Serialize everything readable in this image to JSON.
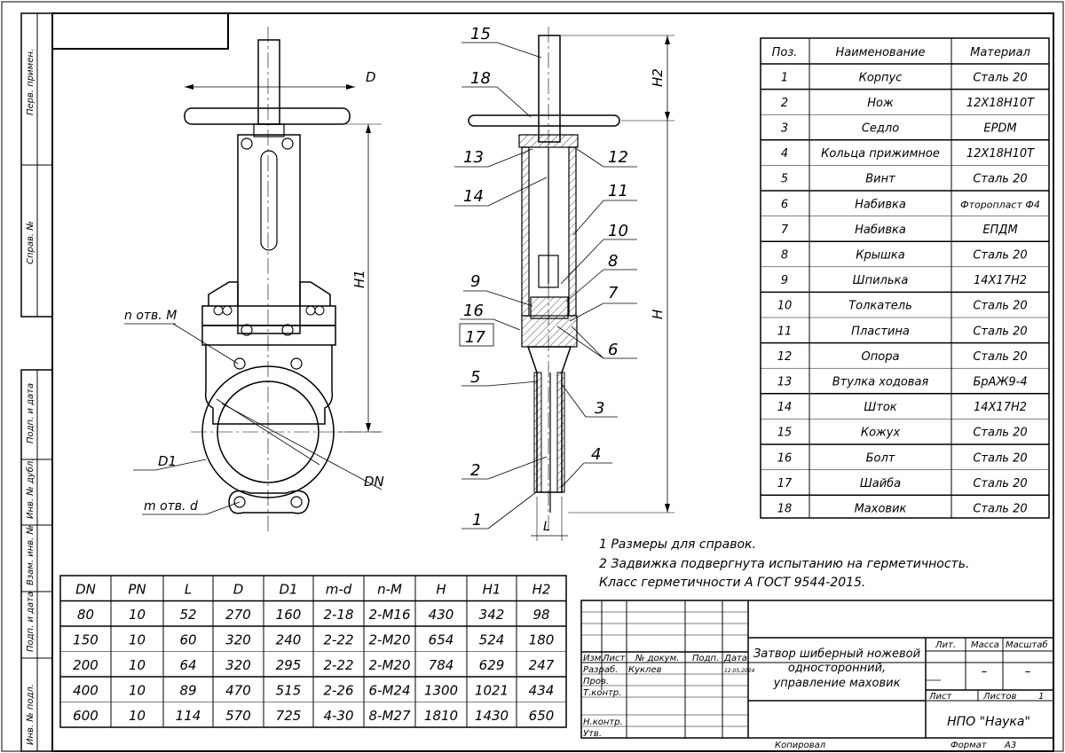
{
  "side_labels": [
    "Перв. примен.",
    "Справ. №",
    "Подп. и дата",
    "Инв. № дубл.",
    "Взам. инв. №",
    "Подп. и дата",
    "Инв. № подл."
  ],
  "front_view": {
    "dim_D": "D",
    "dim_H1": "H1",
    "dim_D1": "D1",
    "dim_DN": "DN",
    "holes_top": "n отв. M",
    "holes_bottom": "m отв. d"
  },
  "section_view": {
    "dim_H2": "H2",
    "dim_H": "H",
    "dim_L": "L",
    "callouts": [
      "15",
      "18",
      "13",
      "12",
      "14",
      "11",
      "10",
      "8",
      "9",
      "7",
      "16",
      "17",
      "6",
      "5",
      "3",
      "2",
      "4",
      "1"
    ]
  },
  "parts_table": {
    "headers": [
      "Поз.",
      "Наименование",
      "Материал"
    ],
    "rows": [
      [
        "1",
        "Корпус",
        "Сталь 20"
      ],
      [
        "2",
        "Нож",
        "12Х18Н10Т"
      ],
      [
        "3",
        "Седло",
        "EPDM"
      ],
      [
        "4",
        "Кольца прижимное",
        "12Х18Н10Т"
      ],
      [
        "5",
        "Винт",
        "Сталь 20"
      ],
      [
        "6",
        "Набивка",
        "Фторопласт Ф4"
      ],
      [
        "7",
        "Набивка",
        "ЕПДМ"
      ],
      [
        "8",
        "Крышка",
        "Сталь 20"
      ],
      [
        "9",
        "Шпилька",
        "14Х17Н2"
      ],
      [
        "10",
        "Толкатель",
        "Сталь 20"
      ],
      [
        "11",
        "Пластина",
        "Сталь 20"
      ],
      [
        "12",
        "Опора",
        "Сталь 20"
      ],
      [
        "13",
        "Втулка ходовая",
        "БрАЖ9-4"
      ],
      [
        "14",
        "Шток",
        "14Х17Н2"
      ],
      [
        "15",
        "Кожух",
        "Сталь 20"
      ],
      [
        "16",
        "Болт",
        "Сталь 20"
      ],
      [
        "17",
        "Шайба",
        "Сталь 20"
      ],
      [
        "18",
        "Маховик",
        "Сталь 20"
      ]
    ]
  },
  "notes": [
    "1 Размеры для справок.",
    "2 Задвижка подвергнута испытанию на герметичность.",
    "Класс герметичности А ГОСТ 9544-2015."
  ],
  "dims_table": {
    "headers": [
      "DN",
      "PN",
      "L",
      "D",
      "D1",
      "m-d",
      "n-M",
      "H",
      "H1",
      "H2"
    ],
    "rows": [
      [
        "80",
        "10",
        "52",
        "270",
        "160",
        "2-18",
        "2-M16",
        "430",
        "342",
        "98"
      ],
      [
        "150",
        "10",
        "60",
        "320",
        "240",
        "2-22",
        "2-M20",
        "654",
        "524",
        "180"
      ],
      [
        "200",
        "10",
        "64",
        "320",
        "295",
        "2-22",
        "2-M20",
        "784",
        "629",
        "247"
      ],
      [
        "400",
        "10",
        "89",
        "470",
        "515",
        "2-26",
        "6-M24",
        "1300",
        "1021",
        "434"
      ],
      [
        "600",
        "10",
        "114",
        "570",
        "725",
        "4-30",
        "8-M27",
        "1810",
        "1430",
        "650"
      ]
    ]
  },
  "title_block": {
    "h_izm": "Изм.",
    "h_list": "Лист",
    "h_doc": "№ докум.",
    "h_podp": "Подп.",
    "h_data": "Дата",
    "r_razrab": "Разраб.",
    "r_prov": "Пров.",
    "r_tkontr": "Т.контр.",
    "r_nkontr": "Н.контр.",
    "r_utv": "Утв.",
    "developer": "Куклев",
    "date": "12.05.2024",
    "title": [
      "Затвор шиберный ножевой",
      "односторонний,",
      "управление маховик"
    ],
    "h_lit": "Лит.",
    "h_massa": "Масса",
    "h_masshtab": "Масштаб",
    "massa": "–",
    "masshtab": "–",
    "list_label": "Лист",
    "listov_label": "Листов",
    "listov": "1",
    "company": "НПО \"Наука\"",
    "kopiroval": "Копировал",
    "format_label": "Формат",
    "format": "А3"
  }
}
